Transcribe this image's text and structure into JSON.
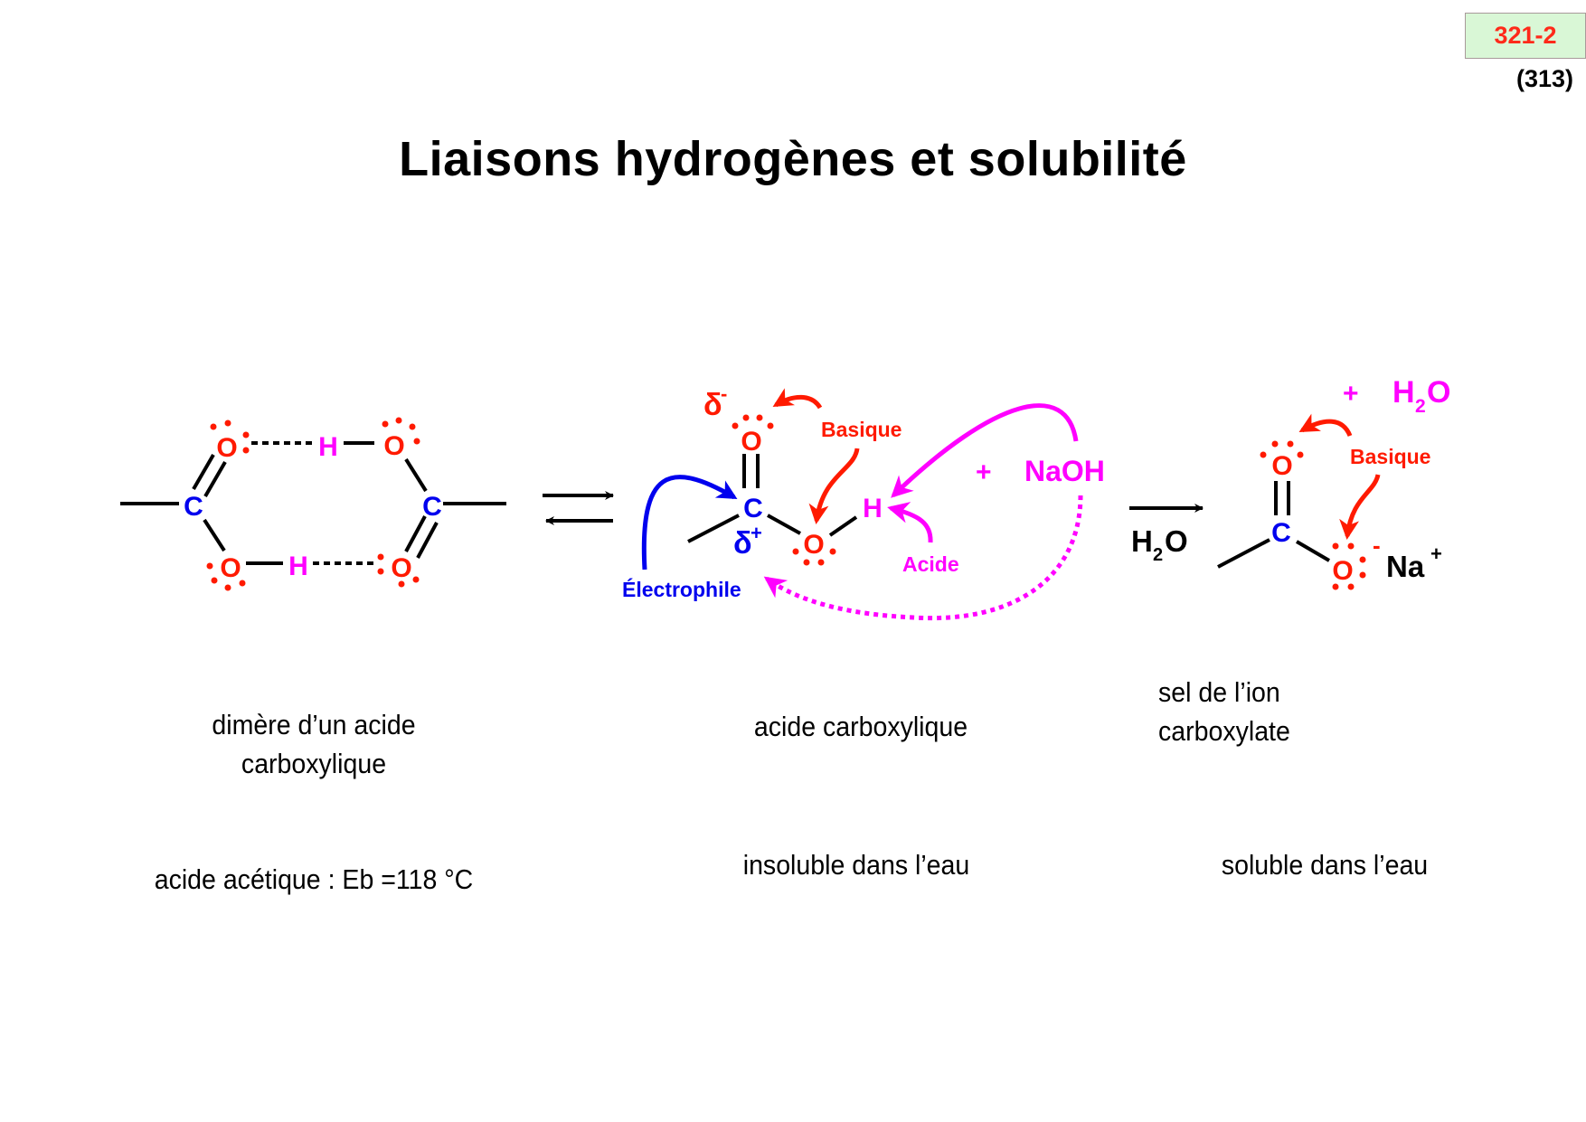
{
  "header": {
    "slide_code": "321-2",
    "page_ref": "(313)",
    "title": "Liaisons hydrogènes et solubilité"
  },
  "colors": {
    "oxygen": "#ff1a00",
    "carbon": "#0000ee",
    "hydrogen": "#ff00ff",
    "bond": "#000000",
    "badge_bg": "#d9f7d6",
    "badge_text": "#ff2a1a"
  },
  "structures": {
    "dimer": {
      "atoms": {
        "o": "O",
        "c": "C",
        "h": "H"
      },
      "caption_line1": "dimère d’un acide",
      "caption_line2": "carboxylique",
      "property": "acide acétique : Eb =118 °C"
    },
    "acid": {
      "atoms": {
        "o": "O",
        "c": "C",
        "h": "H"
      },
      "delta_minus": "δ",
      "delta_minus_sign": "-",
      "delta_plus": "δ",
      "delta_plus_sign": "+",
      "label_basique": "Basique",
      "label_acide": "Acide",
      "label_electrophile": "Électrophile",
      "reagent_plus": "+",
      "reagent": "NaOH",
      "caption": "acide carboxylique",
      "property": "insoluble dans l’eau"
    },
    "arrow_condition": {
      "h": "H",
      "sub": "2",
      "o": "O"
    },
    "salt": {
      "atoms": {
        "o": "O",
        "c": "C"
      },
      "charge_minus": "-",
      "counter_ion": "Na",
      "counter_ion_charge": "+",
      "label_basique": "Basique",
      "byproduct_plus": "+",
      "byproduct_h": "H",
      "byproduct_sub": "2",
      "byproduct_o": "O",
      "caption_line1": "sel de l’ion",
      "caption_line2": "carboxylate",
      "property": "soluble dans l’eau"
    }
  }
}
